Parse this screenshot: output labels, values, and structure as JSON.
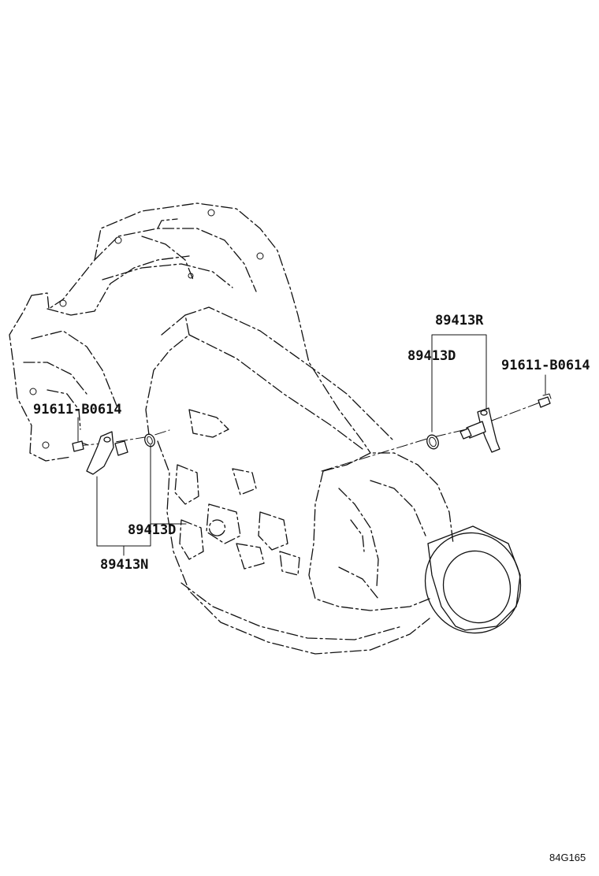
{
  "callouts": {
    "sensor_rear_set": "89413R",
    "oring_rear": "89413D",
    "bolt_rear": "91611-B0614",
    "bolt_front": "91611-B0614",
    "oring_front": "89413D",
    "sensor_front_set": "89413N"
  },
  "figure_number": "84G165"
}
